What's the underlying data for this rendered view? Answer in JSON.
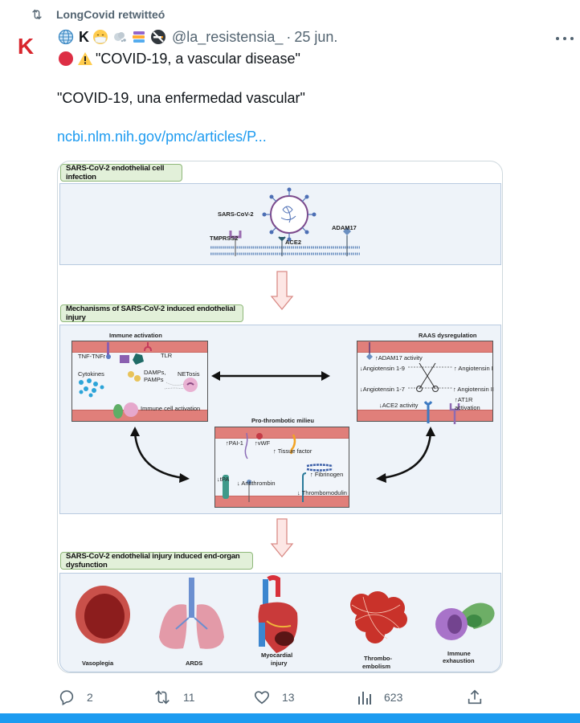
{
  "retweet": {
    "label": "LongCovid retwitteó"
  },
  "author": {
    "avatar_letter": "K",
    "avatar_color": "#d8262d",
    "name_parts": [
      "globe-emoji",
      "K",
      "mask-emoji",
      "dash-emoji",
      "books-emoji",
      "no-smoking-emoji"
    ],
    "name_letter": "K",
    "handle": "@la_resistensia_",
    "separator": "·",
    "date": "25 jun."
  },
  "tweet": {
    "line1": "\"COVID-19,  a vascular disease\"",
    "line2": "\"COVID-19, una enfermedad vascular\"",
    "link_text": "ncbi.nlm.nih.gov/pmc/articles/P...",
    "link_color": "#1d9bf0"
  },
  "figure": {
    "section1": {
      "title": "SARS-CoV-2 endothelial cell infection",
      "labels": {
        "virus": "SARS-CoV-2",
        "tmprss2": "TMPRSS2",
        "ace2": "ACE2",
        "adam17": "ADAM17"
      }
    },
    "section2": {
      "title": "Mechanisms of SARS-CoV-2 induced endothelial injury",
      "immune": {
        "title": "Immune activation",
        "labels": {
          "tnf": "TNF-TNFr",
          "tlr": "TLR",
          "cytokines": "Cytokines",
          "damps": "DAMPs,",
          "pamps": "PAMPs",
          "netosis": "NETosis",
          "cell_activation": "Immune cell activation"
        }
      },
      "raas": {
        "title": "RAAS dysregulation",
        "labels": {
          "adam17": "↑ADAM17 activity",
          "ang19": "↓Angiotensin 1-9",
          "ang1": "↑ Angiotensin I",
          "ang17": "↓Angiotensin 1-7",
          "ang2": "↑ Angiotensin II",
          "ace2": "↓ACE2 activity",
          "at1r": "↑AT1R",
          "at1r2": "activation"
        }
      },
      "thrombotic": {
        "title": "Pro-thrombotic milieu",
        "labels": {
          "pai": "↑PAI-1",
          "vwf": "↑vWF",
          "tissue": "↑ Tissue factor",
          "fibrinogen": "↑ Fibrinogen",
          "tpa": "↓tPA",
          "antithrombin": "↓ Antithrombin",
          "thrombomodulin": "↓ Thrombomodulin"
        }
      }
    },
    "section3": {
      "title": "SARS-CoV-2 endothelial injury induced end-organ dysfunction",
      "organs": [
        {
          "line1": "Vasoplegia",
          "line2": ""
        },
        {
          "line1": "ARDS",
          "line2": ""
        },
        {
          "line1": "Myocardial",
          "line2": "injury"
        },
        {
          "line1": "Thrombo-",
          "line2": "embolism"
        },
        {
          "line1": "Immune",
          "line2": "exhaustion"
        }
      ]
    }
  },
  "actions": {
    "replies": "2",
    "retweets": "11",
    "likes": "13",
    "views": "623"
  },
  "colors": {
    "accent": "#1d9bf0",
    "secondary_text": "#536471"
  }
}
